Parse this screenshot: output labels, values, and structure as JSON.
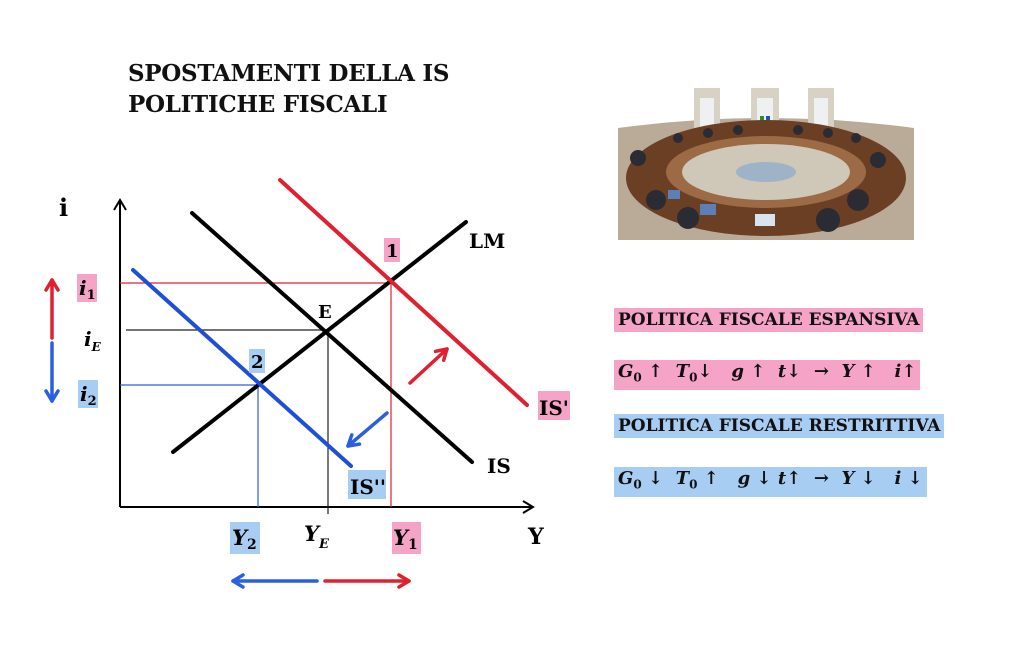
{
  "title": {
    "line1": "SPOSTAMENTI DELLA IS",
    "line2": "POLITICHE FISCALI"
  },
  "colors": {
    "pink_highlight": "#f5a3c7",
    "blue_highlight": "#a8cdf2",
    "red_curve": "#e0202e",
    "blue_curve": "#1f4fd6",
    "black_curve": "#000000"
  },
  "diagram": {
    "y_axis_label": "i",
    "x_axis_label": "Y",
    "curves": [
      {
        "name": "LM",
        "label": "LM",
        "color": "black"
      },
      {
        "name": "IS",
        "label": "IS",
        "color": "black"
      },
      {
        "name": "IS'",
        "label": "IS'",
        "color": "red",
        "highlight": "pink"
      },
      {
        "name": "IS''",
        "label": "IS''",
        "color": "blue",
        "highlight": "blue"
      }
    ],
    "points": [
      {
        "label": "E"
      },
      {
        "label": "1",
        "highlight": "pink"
      },
      {
        "label": "2",
        "highlight": "blue"
      }
    ],
    "y_ticks": {
      "i1": {
        "base": "i",
        "sub": "1"
      },
      "iE": {
        "base": "i",
        "sub": "E"
      },
      "i2": {
        "base": "i",
        "sub": "2"
      }
    },
    "x_ticks": {
      "Y2": {
        "base": "Y",
        "sub": "2"
      },
      "YE": {
        "base": "Y",
        "sub": "E"
      },
      "Y1": {
        "base": "Y",
        "sub": "1"
      }
    }
  },
  "photo": {
    "description": "council-of-ministers-meeting-round-table"
  },
  "policies": {
    "expansive": {
      "title": "POLITICA FISCALE ESPANSIVA",
      "formula": {
        "G": "G",
        "G_sub": "0",
        "G_arrow": "↑",
        "T": "T",
        "T_sub": "0",
        "T_arrow": "↓",
        "g": "g",
        "g_arrow": "↑",
        "t": "t",
        "t_arrow": "↓",
        "implies": "→",
        "Y": "Y",
        "Y_arrow": "↑",
        "i": "i",
        "i_arrow": "↑"
      }
    },
    "restrictive": {
      "title": "POLITICA FISCALE RESTRITTIVA",
      "formula": {
        "G": "G",
        "G_sub": "0",
        "G_arrow": "↓",
        "T": "T",
        "T_sub": "0",
        "T_arrow": "↑",
        "g": "g",
        "g_arrow": "↓",
        "t": "t",
        "t_arrow": "↑",
        "implies": "→",
        "Y": "Y",
        "Y_arrow": "↓",
        "i": "i",
        "i_arrow": "↓"
      }
    }
  }
}
